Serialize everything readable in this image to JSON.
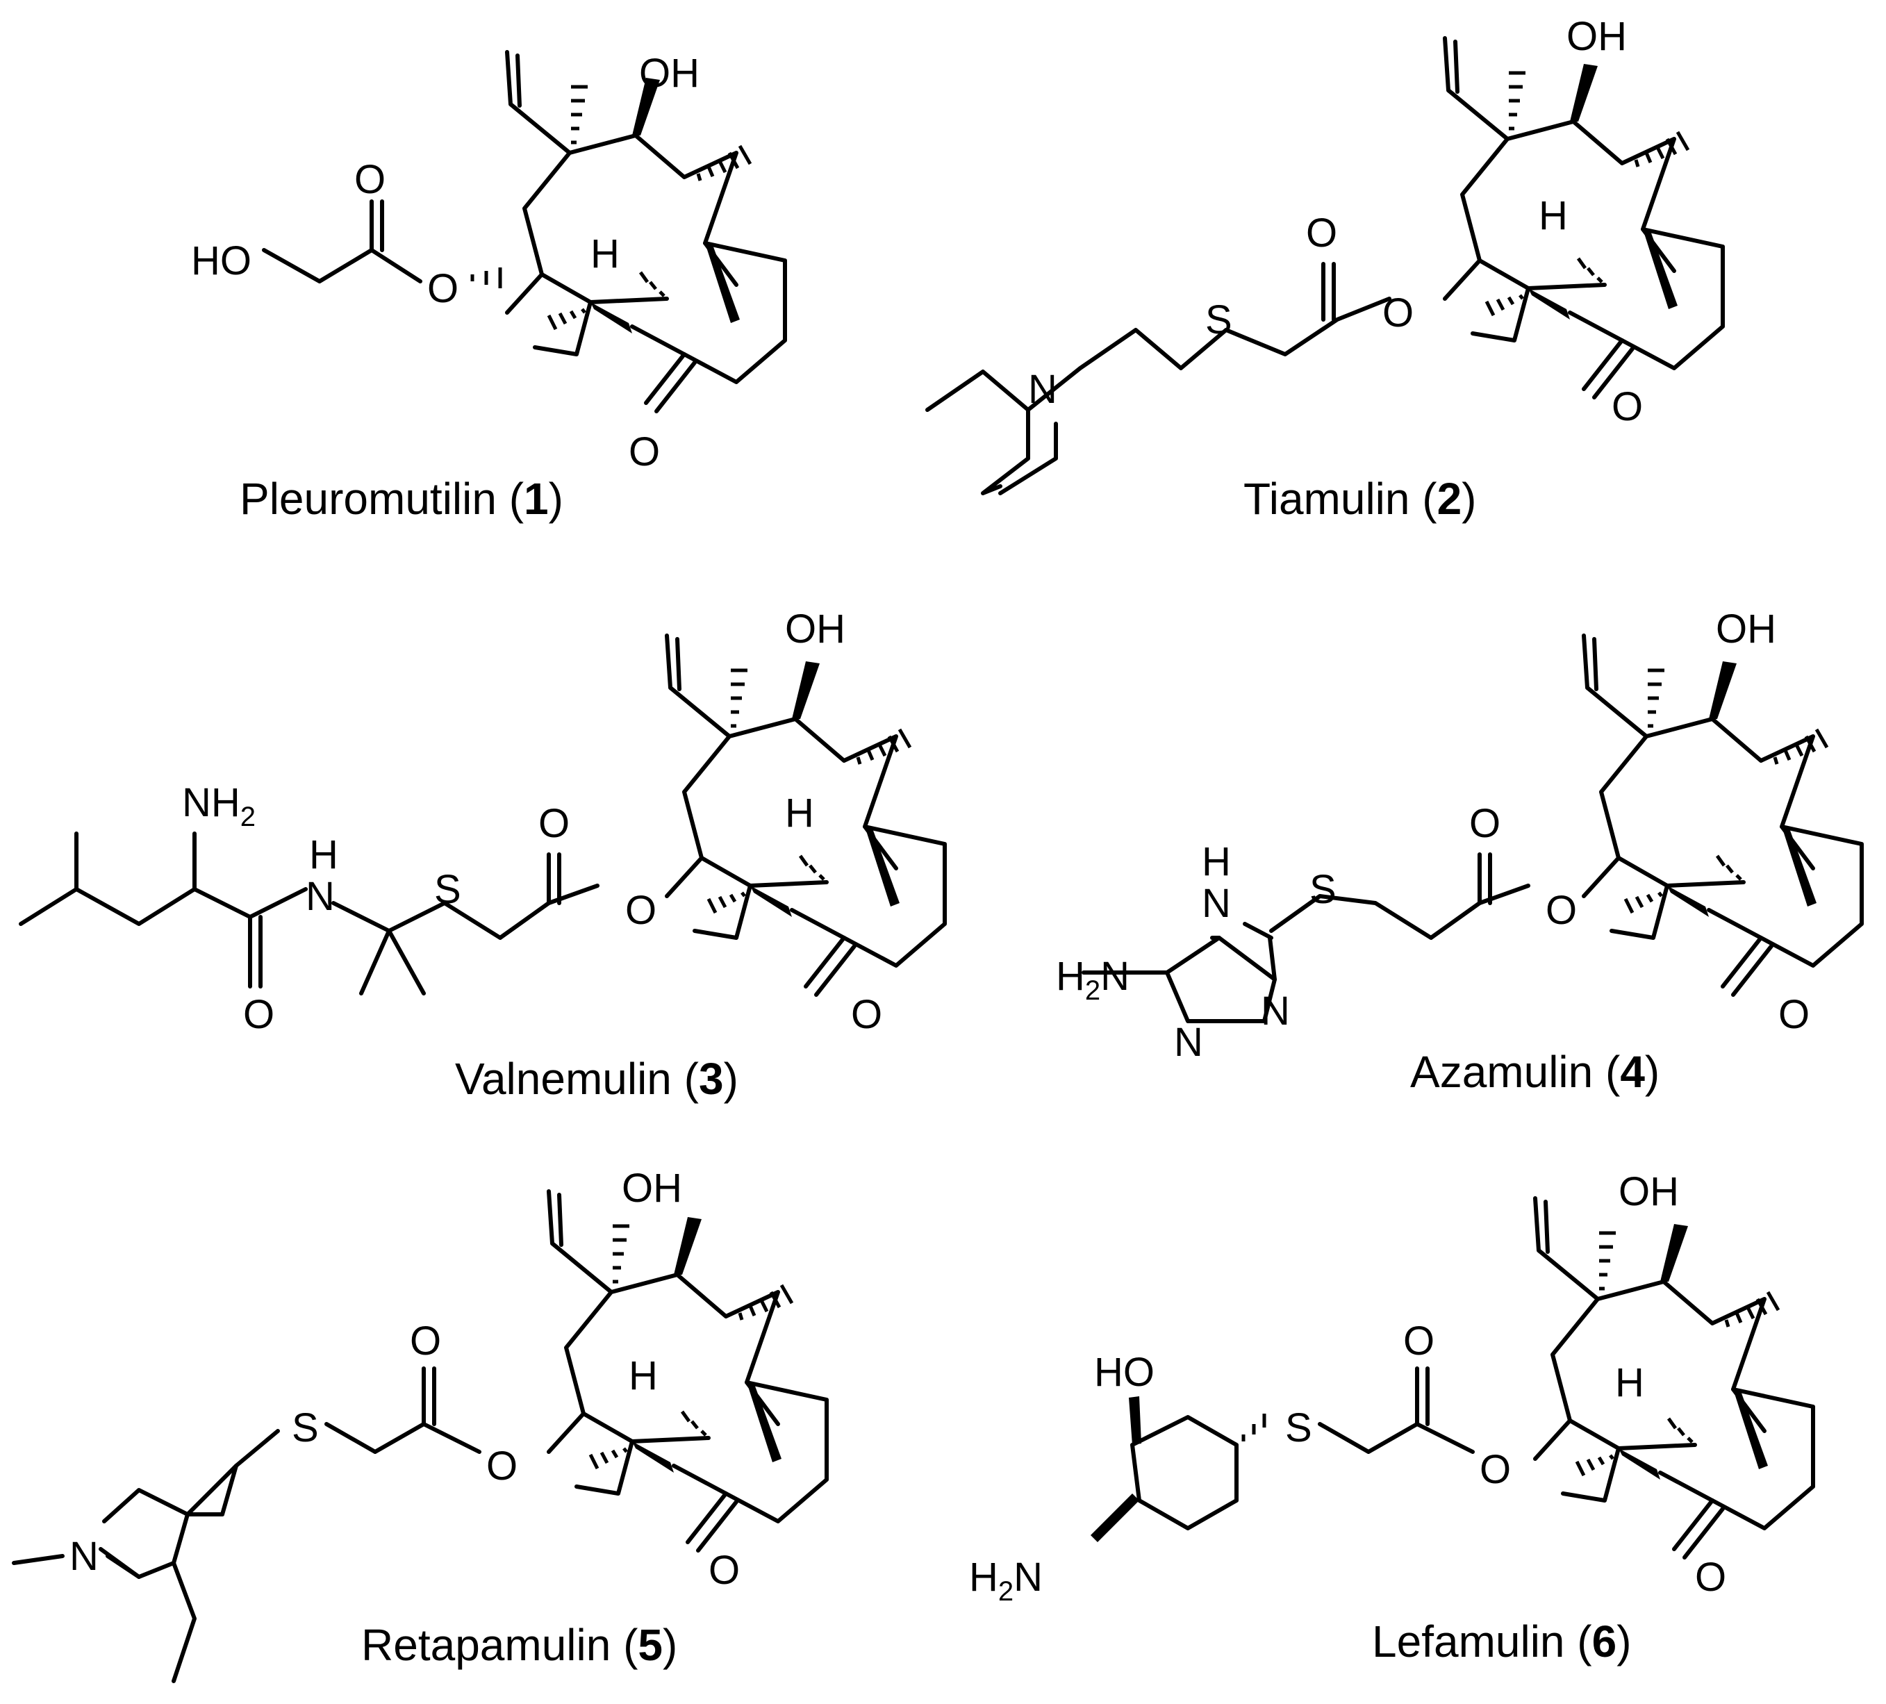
{
  "compounds": [
    {
      "id": "pleuromutilin",
      "name": "Pleuromutilin",
      "number": "1",
      "labels": {
        "oh": "OH",
        "o_carbonyl": "O",
        "o_ester": "O",
        "ho_side": "HO",
        "h": "H",
        "o_ketone": "O"
      }
    },
    {
      "id": "tiamulin",
      "name": "Tiamulin",
      "number": "2",
      "labels": {
        "oh": "OH",
        "o_carbonyl": "O",
        "o_ester": "O",
        "s": "S",
        "n": "N",
        "h": "H",
        "o_ketone": "O"
      }
    },
    {
      "id": "valnemulin",
      "name": "Valnemulin",
      "number": "3",
      "labels": {
        "oh": "OH",
        "o_carbonyl": "O",
        "o_ester": "O",
        "s": "S",
        "nh": "N",
        "nh_h": "H",
        "nh2": "NH",
        "nh2_sub": "2",
        "o_amide": "O",
        "h": "H",
        "o_ketone": "O"
      }
    },
    {
      "id": "azamulin",
      "name": "Azamulin",
      "number": "4",
      "labels": {
        "oh": "OH",
        "o_carbonyl": "O",
        "o_ester": "O",
        "s": "S",
        "h_ring": "H",
        "n_ring1": "N",
        "n_ring2": "N",
        "n_ring3": "N",
        "h2n": "H",
        "h2n_sub": "2",
        "h2n_n": "N",
        "o_ketone": "O"
      }
    },
    {
      "id": "retapamulin",
      "name": "Retapamulin",
      "number": "5",
      "labels": {
        "oh": "OH",
        "o_carbonyl": "O",
        "o_ester": "O",
        "s": "S",
        "n": "N",
        "h": "H",
        "o_ketone": "O"
      }
    },
    {
      "id": "lefamulin",
      "name": "Lefamulin",
      "number": "6",
      "labels": {
        "oh": "OH",
        "o_carbonyl": "O",
        "o_ester": "O",
        "s": "S",
        "ho": "HO",
        "h2n": "H",
        "h2n_sub": "2",
        "h2n_n": "N",
        "h": "H",
        "o_ketone": "O"
      }
    }
  ]
}
